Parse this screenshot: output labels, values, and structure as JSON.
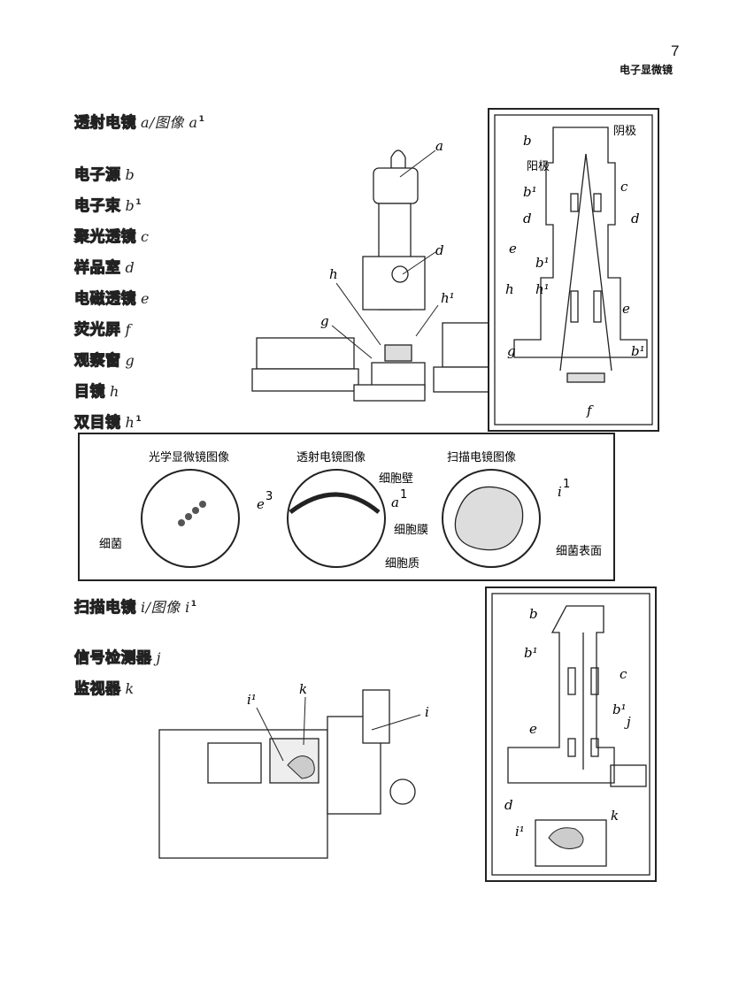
{
  "header": {
    "page_number": "7",
    "section_title": "电子显微镜"
  },
  "tem_terms": [
    {
      "name": "透射电镜",
      "code": "a/图像 a",
      "sup": "1"
    },
    {
      "name": "电子源",
      "code": "b",
      "sup": ""
    },
    {
      "name": "电子束",
      "code": "b",
      "sup": "1"
    },
    {
      "name": "聚光透镜",
      "code": "c",
      "sup": ""
    },
    {
      "name": "样品室",
      "code": "d",
      "sup": ""
    },
    {
      "name": "电磁透镜",
      "code": "e",
      "sup": ""
    },
    {
      "name": "荧光屏",
      "code": "f",
      "sup": ""
    },
    {
      "name": "观察窗",
      "code": "g",
      "sup": ""
    },
    {
      "name": "目镜",
      "code": "h",
      "sup": ""
    },
    {
      "name": "双目镜",
      "code": "h",
      "sup": "1"
    }
  ],
  "sem_terms": [
    {
      "name": "扫描电镜",
      "code": "i/图像 i",
      "sup": "1"
    },
    {
      "name": "信号检测器",
      "code": "j",
      "sup": ""
    },
    {
      "name": "监视器",
      "code": "k",
      "sup": ""
    }
  ],
  "tem_diagram_labels": {
    "cathode": "阴极",
    "anode": "阳极"
  },
  "comparison": {
    "light": {
      "title": "光学显微镜图像",
      "bacteria": "细菌",
      "code": "e",
      "sup": "3"
    },
    "tem": {
      "title": "透射电镜图像",
      "cell_wall": "细胞壁",
      "membrane": "细胞膜",
      "cytoplasm": "细胞质",
      "code": "a",
      "sup": "1"
    },
    "sem": {
      "title": "扫描电镜图像",
      "surface": "细菌表面",
      "code": "i",
      "sup": "1"
    }
  }
}
